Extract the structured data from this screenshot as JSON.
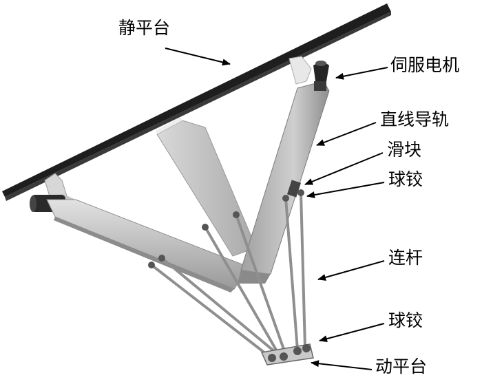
{
  "labels": {
    "static_platform": "静平台",
    "servo_motor": "伺服电机",
    "linear_guide": "直线导轨",
    "slider": "滑块",
    "ball_joint_upper": "球铰",
    "connecting_rod": "连杆",
    "ball_joint_lower": "球铰",
    "moving_platform": "动平台"
  },
  "colors": {
    "platform": "#1e1e1e",
    "rail_light": "#d8d8d8",
    "rail_mid": "#b8b8b8",
    "rail_dark": "#8a8a8a",
    "rod": "#9a9a9a",
    "arrow": "#000000"
  }
}
